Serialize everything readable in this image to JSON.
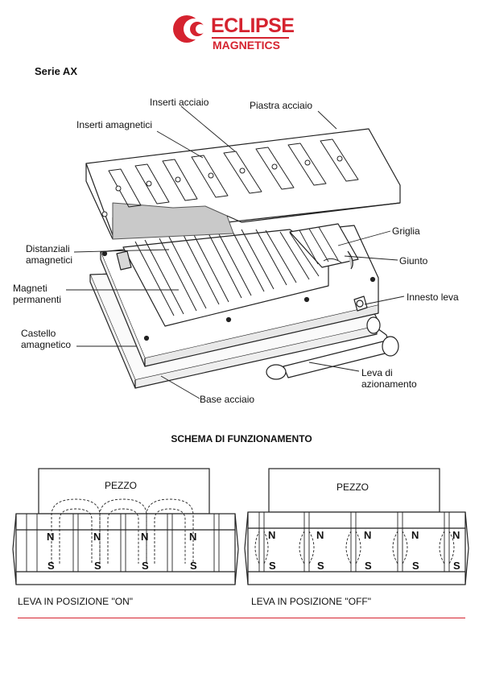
{
  "brand": {
    "name_line1": "ECLIPSE",
    "name_line2": "MAGNETICS",
    "color": "#d5232f",
    "icon": "eclipse-logo-icon"
  },
  "series_title": "Serie AX",
  "labels": {
    "inserti_acciaio": "Inserti acciaio",
    "piastra_acciaio": "Piastra acciaio",
    "inserti_amagnetici": "Inserti amagnetici",
    "griglia": "Griglia",
    "distanziali_1": "Distanziali",
    "distanziali_2": "amagnetici",
    "giunto": "Giunto",
    "magneti_1": "Magneti",
    "magneti_2": "permanenti",
    "innesto_leva": "Innesto leva",
    "castello_1": "Castello",
    "castello_2": "amagnetico",
    "leva_1": "Leva di",
    "leva_2": "azionamento",
    "base_acciaio": "Base acciaio"
  },
  "schema": {
    "title": "SCHEMA DI FUNZIONAMENTO",
    "on": {
      "workpiece": "PEZZO",
      "north": "N",
      "south": "S",
      "caption": "LEVA IN POSIZIONE \"ON\""
    },
    "off": {
      "workpiece": "PEZZO",
      "north": "N",
      "south": "S",
      "caption": "LEVA IN POSIZIONE \"OFF\""
    }
  }
}
